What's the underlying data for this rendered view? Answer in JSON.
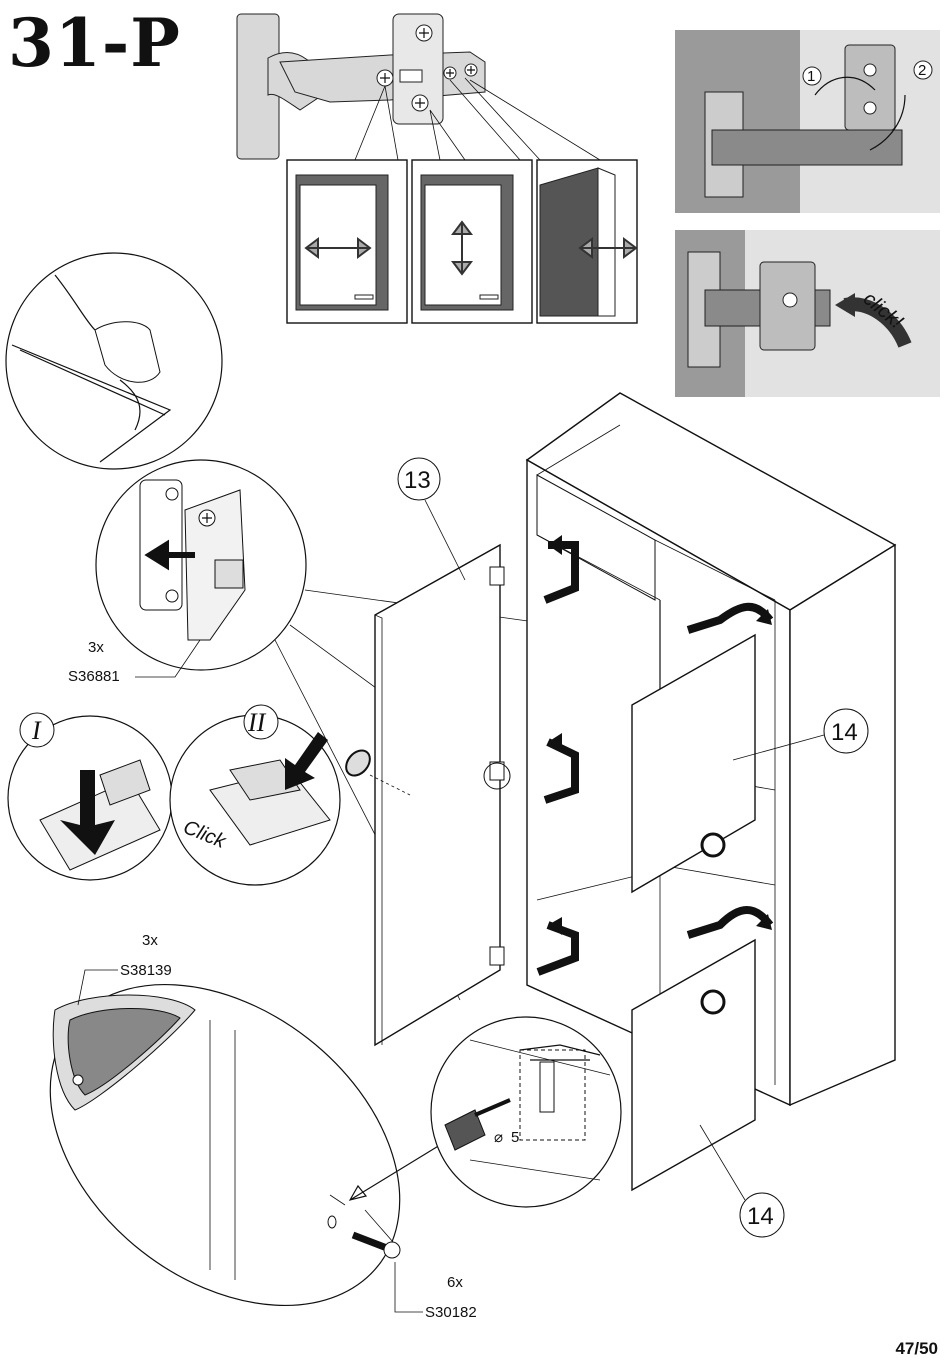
{
  "step": "31-P",
  "page": "47/50",
  "parts": {
    "hinge": {
      "qty": "3x",
      "code": "S36881"
    },
    "handle": {
      "qty": "3x",
      "code": "S38139"
    },
    "screw": {
      "qty": "6x",
      "code": "S30182"
    }
  },
  "callouts": {
    "door_left": "13",
    "door_right_top": "14",
    "door_right_bottom": "14"
  },
  "roman_steps": [
    "I",
    "II"
  ],
  "click_labels": {
    "hinge_click": "Click",
    "plate_click": "click!"
  },
  "hinge_sequence": [
    "1",
    "2"
  ],
  "drill_diameter": "5"
}
